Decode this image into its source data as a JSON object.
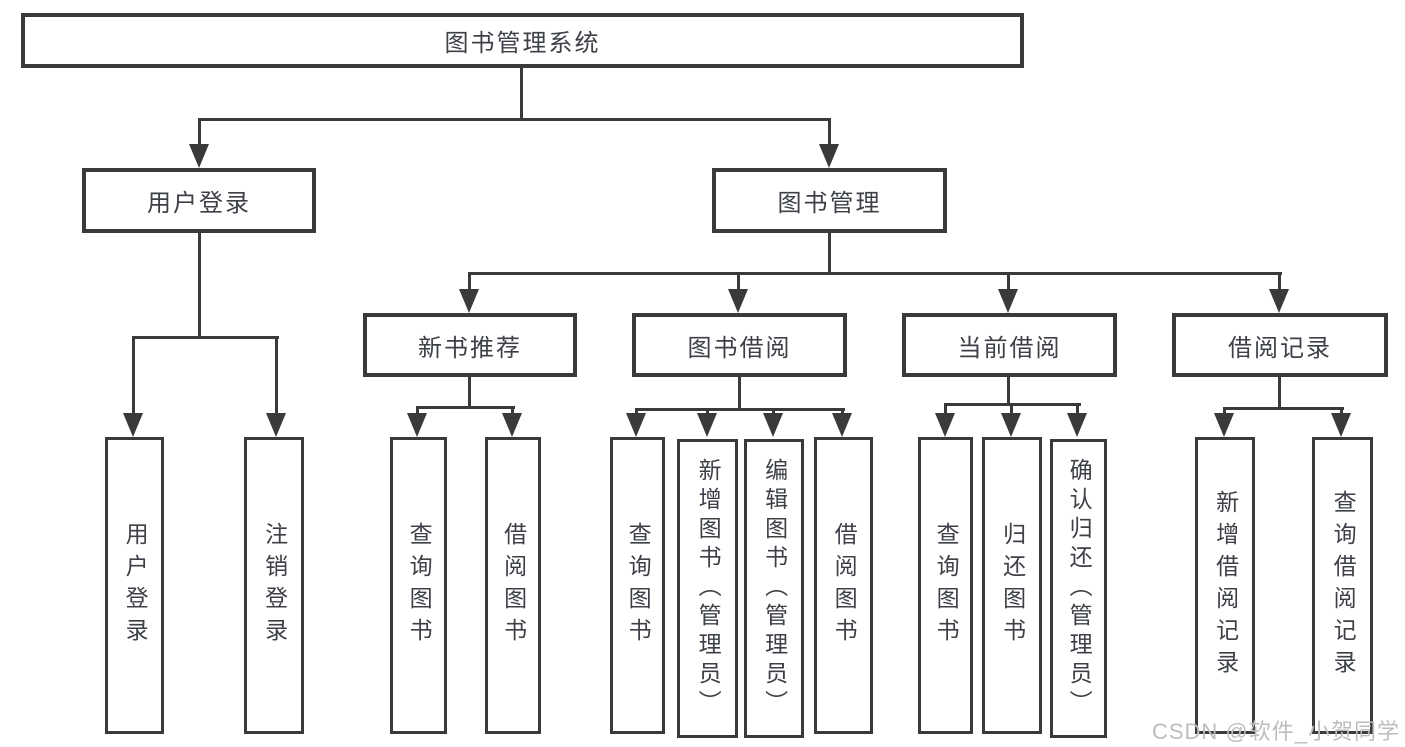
{
  "tree": {
    "label": "图书管理系统",
    "children": [
      {
        "label": "用户登录",
        "children": [
          {
            "label": "用户登录"
          },
          {
            "label": "注销登录"
          }
        ]
      },
      {
        "label": "图书管理",
        "children": [
          {
            "label": "新书推荐",
            "children": [
              {
                "label": "查询图书"
              },
              {
                "label": "借阅图书"
              }
            ]
          },
          {
            "label": "图书借阅",
            "children": [
              {
                "label": "查询图书"
              },
              {
                "label": "新增图书（管理员）"
              },
              {
                "label": "编辑图书（管理员）"
              },
              {
                "label": "借阅图书"
              }
            ]
          },
          {
            "label": "当前借阅",
            "children": [
              {
                "label": "查询图书"
              },
              {
                "label": "归还图书"
              },
              {
                "label": "确认归还（管理员）"
              }
            ]
          },
          {
            "label": "借阅记录",
            "children": [
              {
                "label": "新增借阅记录"
              },
              {
                "label": "查询借阅记录"
              }
            ]
          }
        ]
      }
    ]
  },
  "watermark": {
    "text": "CSDN @软件_小贺同学"
  },
  "colors": {
    "line": "#3a3a3a",
    "text": "#3d4147",
    "watermark": "#bdbdbd",
    "background": "#ffffff"
  }
}
